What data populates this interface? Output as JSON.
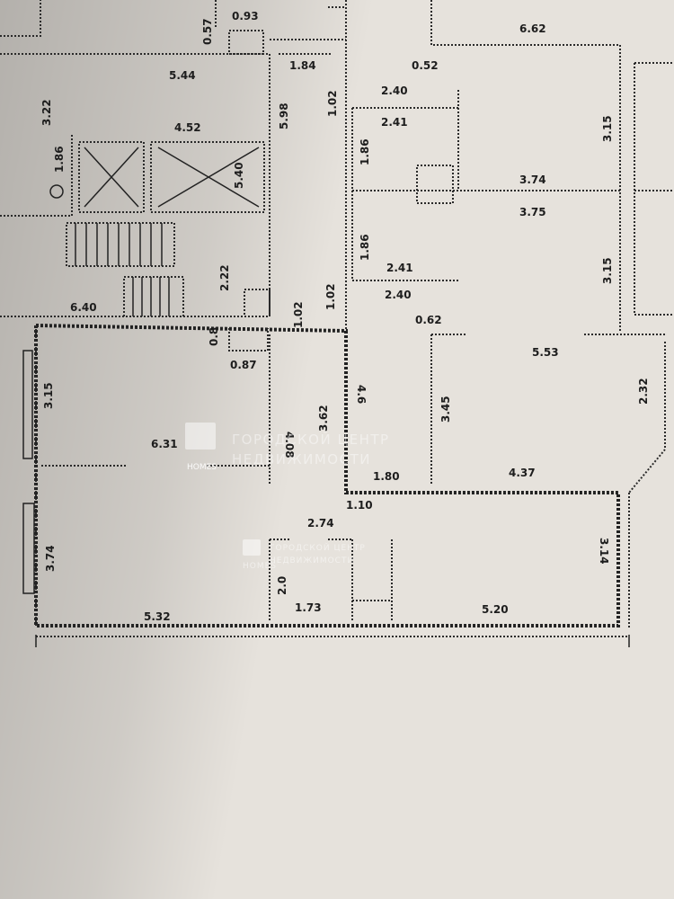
{
  "dimension_labels": [
    "0.93",
    "0.57",
    "5.44",
    "3.22",
    "1.86",
    "4.52",
    "5.40",
    "2.22",
    "6.40",
    "0.8",
    "0.87",
    "1.84",
    "6.62",
    "0.52",
    "2.40",
    "2.41",
    "1.86",
    "3.74",
    "3.75",
    "3.15",
    "1.86",
    "2.41",
    "2.40",
    "3.15",
    "0.62",
    "5.53",
    "3.15",
    "6.31",
    "4.6",
    "3.62",
    "3.45",
    "4.08",
    "1.80",
    "4.37",
    "2.32",
    "1.10",
    "2.74",
    "3.74",
    "2.0",
    "1.73",
    "5.32",
    "5.20",
    "3.14",
    "1.02",
    "1.02",
    "1.02",
    "5.98"
  ],
  "watermarks": {
    "main_line1": "ГОРОДСКОЙ ЦЕНТР",
    "main_line2": "НЕДВИЖИМОСТИ",
    "logo_label": "HOMES",
    "secondary_line1": "ГОРОДСКОЙ ЦЕНТР",
    "secondary_line2": "НЕДВИЖИМОСТИ",
    "secondary_logo_label": "HOMES"
  }
}
